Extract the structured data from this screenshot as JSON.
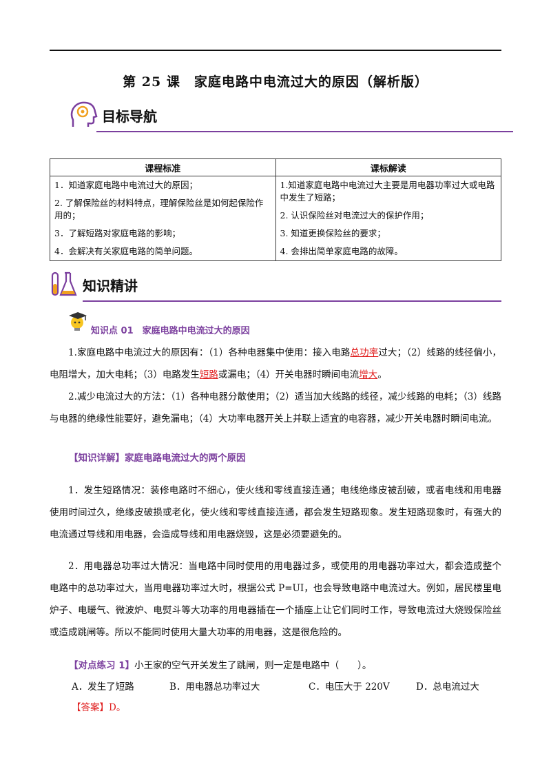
{
  "title": "第 25 课　家庭电路中电流过大的原因（解析版）",
  "sections": {
    "goal": "目标导航",
    "knowledge": "知识精讲"
  },
  "table": {
    "headers": [
      "课程标准",
      "课标解读"
    ],
    "left": [
      "1．知道家庭电路中电流过大的原因；",
      "2. 了解保险丝的材料特点，理解保险丝是如何起保险作用的；",
      "3．了解短路对家庭电路的影响；",
      "4．会解决有关家庭电路的简单问题。"
    ],
    "right": [
      "1.知道家庭电路中电流过大主要是用电器功率过大或电路中发生了短路；",
      "2. 认识保险丝对电流过大的保护作用；",
      "3. 知道更换保险丝的要求；",
      "4. 会排出简单家庭电路的故障。"
    ]
  },
  "knowledge_point": "知识点 01　家庭电路中电流过大的原因",
  "p1": {
    "a": "1.家庭电路中电流过大的原因有：（1）各种电器集中使用：接入电路",
    "b": "总功率",
    "c": "过大；（2）线路的线径偏小，电阻增大，加大电耗；（3）电路发生",
    "d": "短路",
    "e": "或漏电；（4）开关电器时瞬间电流",
    "f": "增大",
    "g": "。"
  },
  "p2": "2.减少电流过大的方法：（1）各种电器分散使用；（2）适当加大线路的线径，减少线路的电耗；（3）线路与电器的绝缘性能要好，避免漏电；（4）大功率电器开关上并联上适宜的电容器，减少开关电器时瞬间电流。",
  "note_head": "【知识详解】家庭电路电流过大的两个原因",
  "detail1": "1．发生短路情况：装修电路时不细心，使火线和零线直接连通；电线绝缘皮被刮破，或者电线和用电器使用时间过久，绝缘皮破损或老化，使火线和零线直接连通，都会发生短路现象。发生短路现象时，有强大的电流通过导线和用电器，会造成导线和用电器烧毁，这是必须要避免的。",
  "detail2": "2．用电器总功率过大情况：当电路中同时使用的用电器过多，或使用的用电器功率过大，都会造成整个电路中的总功率过大，当用电器功率过大时，根据公式 P=UI，也会导致电路中电流过大。例如，居民楼里电炉子、电暖气、微波炉、电熨斗等大功率的用电器插在一个插座上让它们同时工作，导致电流过大烧毁保险丝或造成跳闸等。所以不能同时使用大量大功率的用电器，这是很危险的。",
  "exercise": {
    "tag": "【对点练习 1】",
    "question": "小王家的空气开关发生了跳闸，则一定是电路中（　　）。",
    "options": [
      "A．发生了短路",
      "B．用电器总功率过大",
      "C．电压大于 220V",
      "D．总电流过大"
    ],
    "answer": "【答案】D。"
  }
}
